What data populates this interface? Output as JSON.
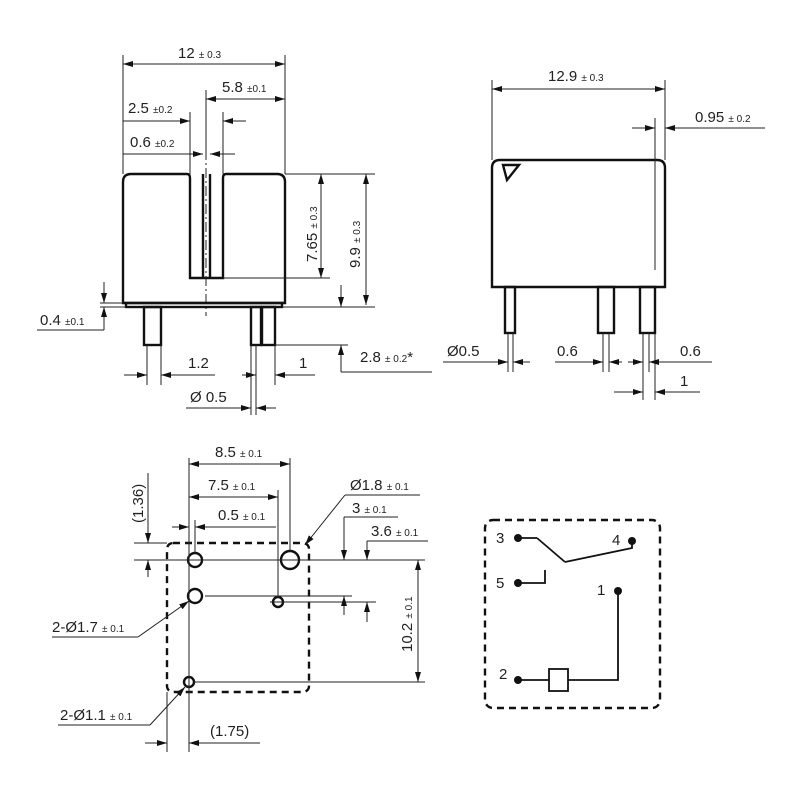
{
  "front_view": {
    "width": {
      "value": "12",
      "tol": "± 0.3"
    },
    "slot_offset": {
      "value": "5.8",
      "tol": "±0.1"
    },
    "slot_width": {
      "value": "2.5",
      "tol": "±0.2"
    },
    "slot_inner": {
      "value": "0.6",
      "tol": "±0.2"
    },
    "slot_height": {
      "value": "7.65",
      "tol": "± 0.3"
    },
    "height": {
      "value": "9.9",
      "tol": "± 0.3"
    },
    "standoff": {
      "value": "0.4",
      "tol": "±0.1"
    },
    "pin_length": {
      "value": "2.8",
      "tol": "± 0.2",
      "mark": "*"
    },
    "pin_width_left": {
      "value": "1.2"
    },
    "pin_width_right": {
      "value": "1"
    },
    "pin_diameter": {
      "value": "Ø 0.5"
    }
  },
  "side_view": {
    "length": {
      "value": "12.9",
      "tol": "± 0.3"
    },
    "edge": {
      "value": "0.95",
      "tol": "± 0.2"
    },
    "pin_diameter": {
      "value": "Ø0.5"
    },
    "pin_a": {
      "value": "0.6"
    },
    "pin_b": {
      "value": "0.6"
    },
    "pin_c": {
      "value": "1"
    }
  },
  "footprint": {
    "span_8_5": {
      "value": "8.5",
      "tol": "± 0.1"
    },
    "span_7_5": {
      "value": "7.5",
      "tol": "± 0.1"
    },
    "span_0_5": {
      "value": "0.5",
      "tol": "± 0.1"
    },
    "hole_1_8": {
      "value": "Ø1.8",
      "tol": "± 0.1"
    },
    "offset_3": {
      "value": "3",
      "tol": "± 0.1"
    },
    "offset_3_6": {
      "value": "3.6",
      "tol": "± 0.1"
    },
    "height_10_2": {
      "value": "10.2",
      "tol": "± 0.1"
    },
    "ref_1_36": {
      "value": "(1.36)"
    },
    "holes_1_7": {
      "value": "2-Ø1.7",
      "tol": "± 0.1"
    },
    "holes_1_1": {
      "value": "2-Ø1.1",
      "tol": "± 0.1"
    },
    "ref_1_75": {
      "value": "(1.75)"
    }
  },
  "schematic": {
    "pins": [
      "3",
      "4",
      "5",
      "1",
      "2"
    ]
  }
}
